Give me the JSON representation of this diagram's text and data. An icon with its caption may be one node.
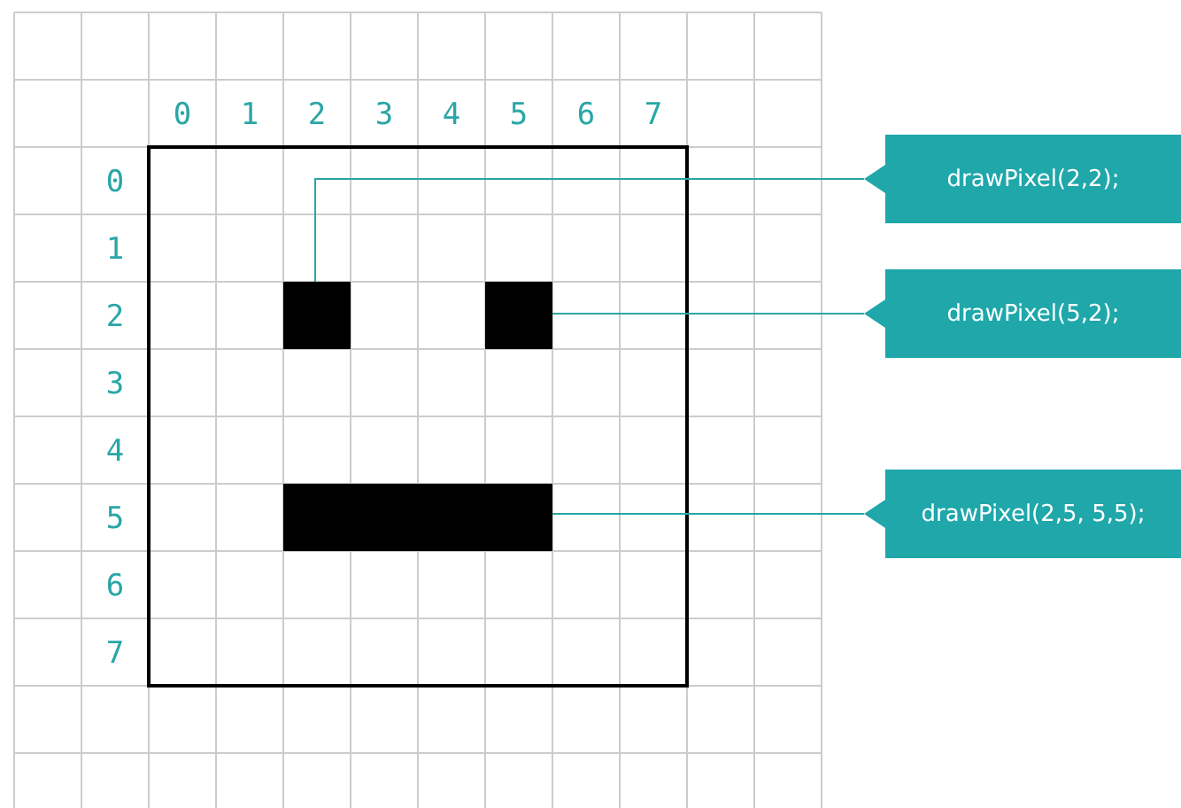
{
  "diagram": {
    "nodes": [
      {
        "text": [
          "drawPixel(2,2);"
        ]
      },
      {
        "text": [
          "drawPixel(5,2);"
        ]
      },
      {
        "text": [
          "drawPixel(2,5, 5,5);"
        ]
      },
      {
        "text": [],
        "shape": "box"
      },
      {
        "text": [],
        "shape": "box"
      },
      {
        "text": [],
        "shape": "box"
      }
    ],
    "edges": [
      {
        "from": 0,
        "to": 3,
        "arrow": "none"
      },
      {
        "from": 1,
        "to": 4,
        "arrow": "none"
      },
      {
        "from": 2,
        "to": 5,
        "arrow": "none"
      }
    ],
    "labels": [
      "0",
      "1",
      "2",
      "3",
      "4",
      "5",
      "6",
      "7",
      "0",
      "1",
      "2",
      "3",
      "4",
      "5",
      "6",
      "7"
    ]
  }
}
